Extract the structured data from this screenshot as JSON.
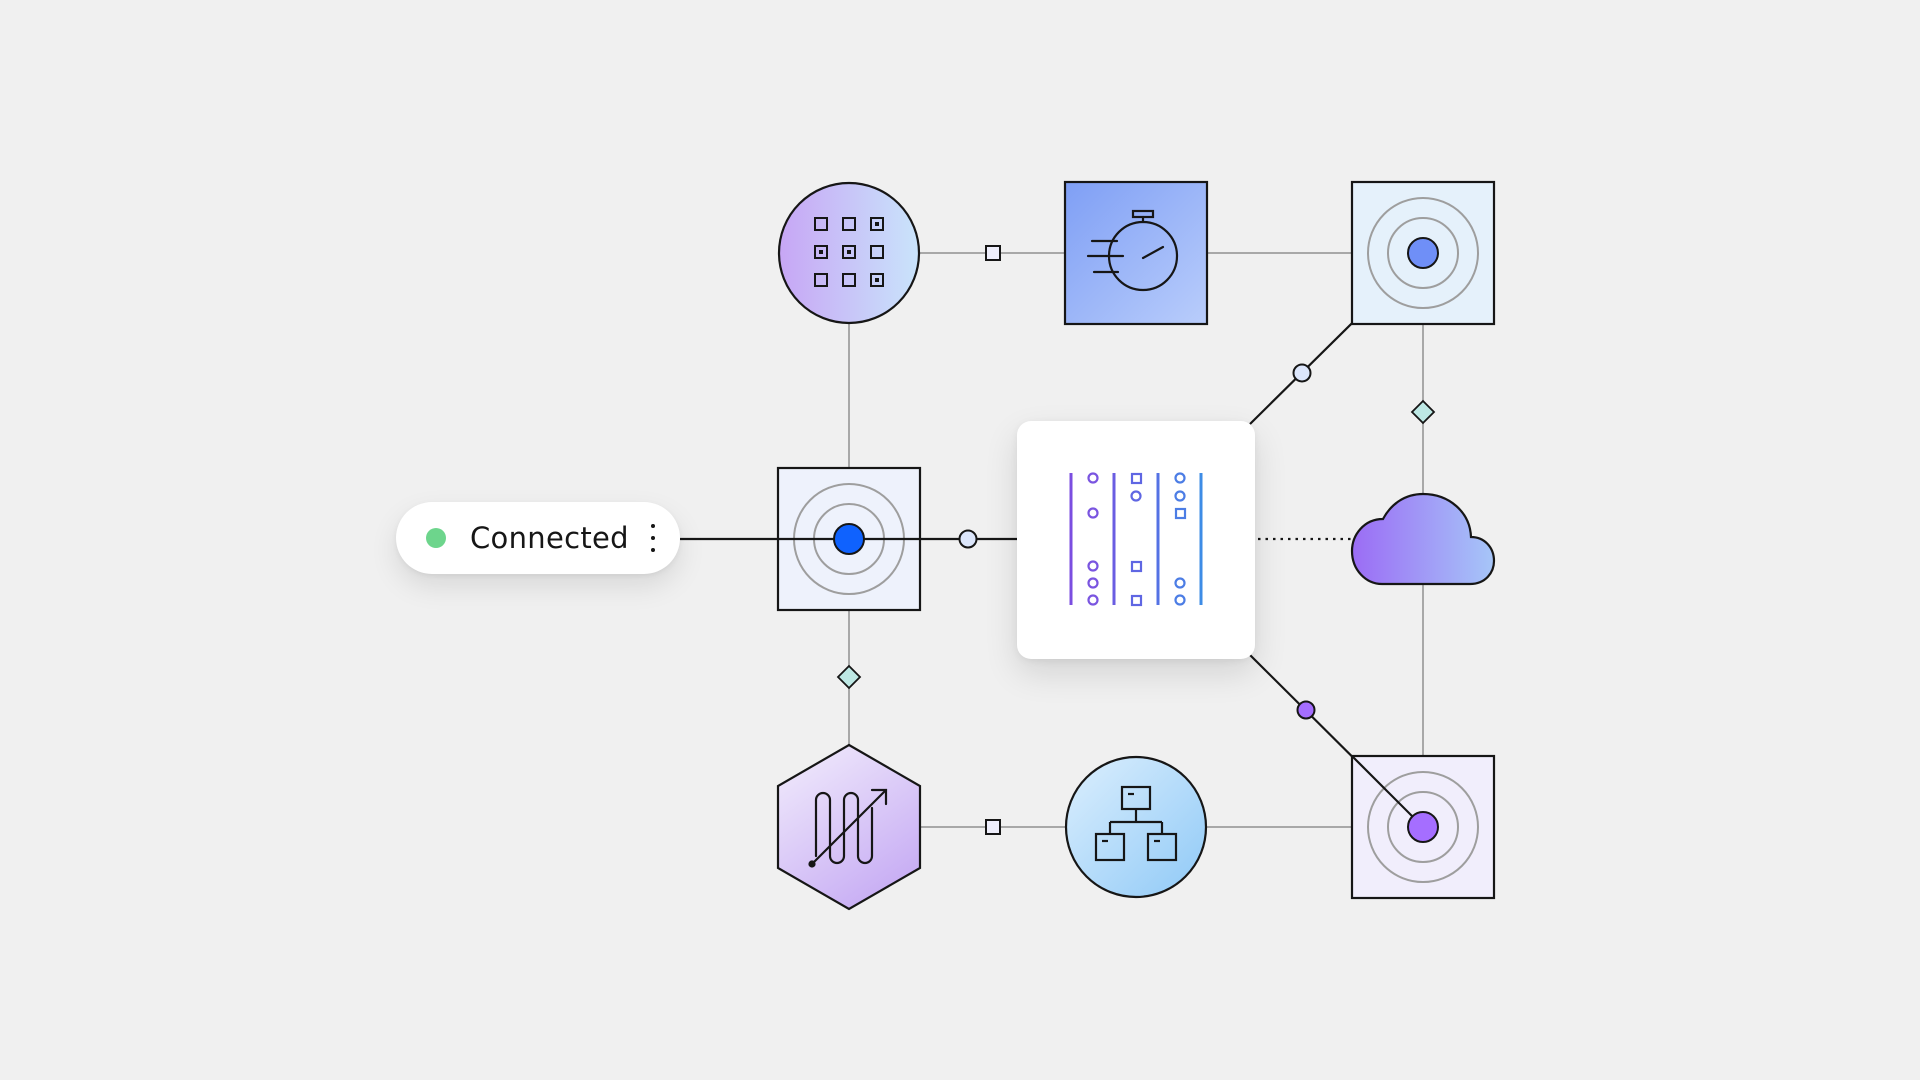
{
  "status_pill": {
    "label": "Connected",
    "status_color": "#6dd58c",
    "menu_icon": "overflow-menu-vertical-icon"
  },
  "nodes": [
    {
      "id": "grid-circle",
      "shape": "circle",
      "icon": "grid-dots-icon"
    },
    {
      "id": "stopwatch-square",
      "shape": "square",
      "icon": "stopwatch-fast-icon"
    },
    {
      "id": "radar-top-right",
      "shape": "square",
      "icon": "radar-target-icon"
    },
    {
      "id": "radar-hub",
      "shape": "square",
      "icon": "radar-target-icon"
    },
    {
      "id": "data-lanes-card",
      "shape": "card",
      "icon": "data-lanes-icon"
    },
    {
      "id": "cloud",
      "shape": "cloud",
      "icon": "cloud-icon"
    },
    {
      "id": "hexagon-flow",
      "shape": "hexagon",
      "icon": "serpentine-path-arrow-icon"
    },
    {
      "id": "hierarchy-circle",
      "shape": "circle",
      "icon": "hierarchy-icon"
    },
    {
      "id": "radar-bottom-right",
      "shape": "square",
      "icon": "radar-target-icon"
    }
  ],
  "colors": {
    "background": "#f0f0f0",
    "line": "#a8a8a8",
    "stroke": "#161616",
    "hub_dot": "#0f62fe",
    "top_right_dot": "#6f8ff7",
    "bottom_right_dot": "#a56eff",
    "diamond": "#bde8e4"
  }
}
